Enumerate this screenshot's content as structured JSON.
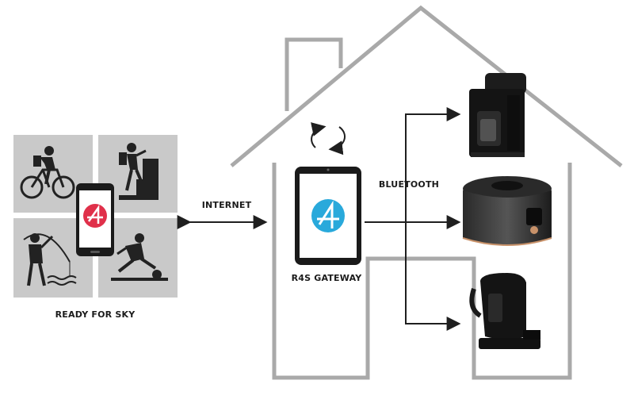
{
  "labels": {
    "internet": "INTERNET",
    "bluetooth": "BLUETOOTH",
    "gateway": "R4S GATEWAY",
    "ready_for_sky": "READY FOR SKY"
  },
  "colors": {
    "house_outline": "#a9a9a9",
    "tile_gray": "#c9c9c9",
    "brand_red": "#e0304a",
    "brand_blue": "#29a9db",
    "arrow": "#1f1f1f",
    "device_black": "#141414",
    "rose_gold": "#c8926a"
  },
  "icons": {
    "cyclist": "cyclist-icon",
    "climber": "climber-icon",
    "fisherman": "fisherman-icon",
    "ball_player": "ball-player-icon",
    "sync": "sync-arrows-icon",
    "app_logo": "r4s-logo-icon"
  },
  "devices": [
    "coffee-maker",
    "multicooker",
    "electric-kettle"
  ]
}
